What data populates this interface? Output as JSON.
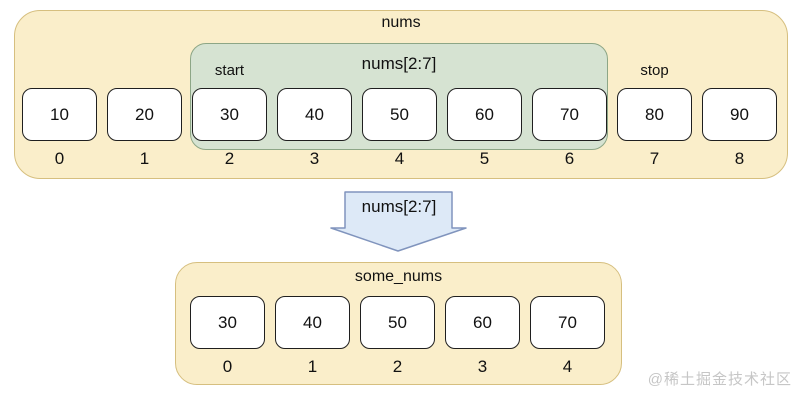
{
  "colors": {
    "container_bg": "#faeeca",
    "container_border": "#d6bf7f",
    "slice_bg": "#d6e3d2",
    "slice_border": "#8da686",
    "arrow_bg": "#dde9f7",
    "arrow_border": "#8094bd",
    "cell_bg": "#ffffff",
    "cell_border": "#1f1f1f",
    "text_color": "#111111",
    "watermark_color": "#c6c6c6"
  },
  "top_array": {
    "title": "nums",
    "slice_label": "nums[2:7]",
    "start_label": "start",
    "stop_label": "stop",
    "cells": [
      {
        "value": "10",
        "index": "0"
      },
      {
        "value": "20",
        "index": "1"
      },
      {
        "value": "30",
        "index": "2"
      },
      {
        "value": "40",
        "index": "3"
      },
      {
        "value": "50",
        "index": "4"
      },
      {
        "value": "60",
        "index": "5"
      },
      {
        "value": "70",
        "index": "6"
      },
      {
        "value": "80",
        "index": "7"
      },
      {
        "value": "90",
        "index": "8"
      }
    ]
  },
  "arrow": {
    "label": "nums[2:7]"
  },
  "bottom_array": {
    "title": "some_nums",
    "cells": [
      {
        "value": "30",
        "index": "0"
      },
      {
        "value": "40",
        "index": "1"
      },
      {
        "value": "50",
        "index": "2"
      },
      {
        "value": "60",
        "index": "3"
      },
      {
        "value": "70",
        "index": "4"
      }
    ]
  },
  "watermark": "@稀土掘金技术社区"
}
